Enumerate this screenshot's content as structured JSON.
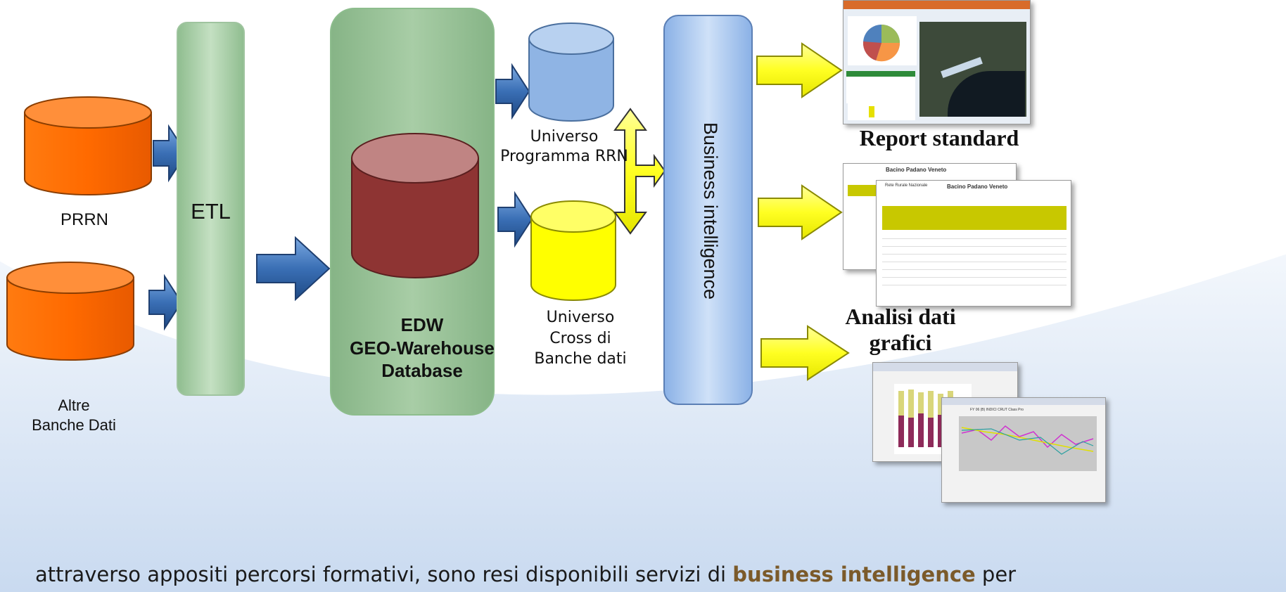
{
  "sources": {
    "prrn_label": "PRRN",
    "altre_label_line1": "Altre",
    "altre_label_line2": "Banche Dati"
  },
  "etl": {
    "label": "ETL"
  },
  "edw": {
    "line1": "EDW",
    "line2": "GEO-Warehouse",
    "line3": "Database"
  },
  "universes": {
    "rrn_line1": "Universo",
    "rrn_line2": "Programma RRN",
    "cross_line1": "Universo",
    "cross_line2": "Cross di",
    "cross_line3": "Banche dati"
  },
  "bi": {
    "label": "Business intelligence"
  },
  "outputs": {
    "report_label": "Report standard",
    "analisi_line1": "Analisi dati",
    "analisi_line2": "grafici",
    "table_title": "Bacino Padano Veneto",
    "table_header": "Rete Rurale Nazionale",
    "chart_title": "FY 06 (B) INDICI CRUT Class Pro"
  },
  "footer": {
    "before": "attraverso appositi percorsi formativi, sono resi disponibili servizi di ",
    "highlight": "business intelligence",
    "after": " per"
  },
  "colors": {
    "source_db": "#ff6a00",
    "edw_db": "#8e3433",
    "universe_rrn": "#7fa7dd",
    "universe_cross": "#ffff00",
    "etl_panel": "#9fc79f",
    "bi_panel": "#a9c8f2",
    "flow_arrow": "#3d72b8",
    "output_arrow": "#ffff33"
  }
}
